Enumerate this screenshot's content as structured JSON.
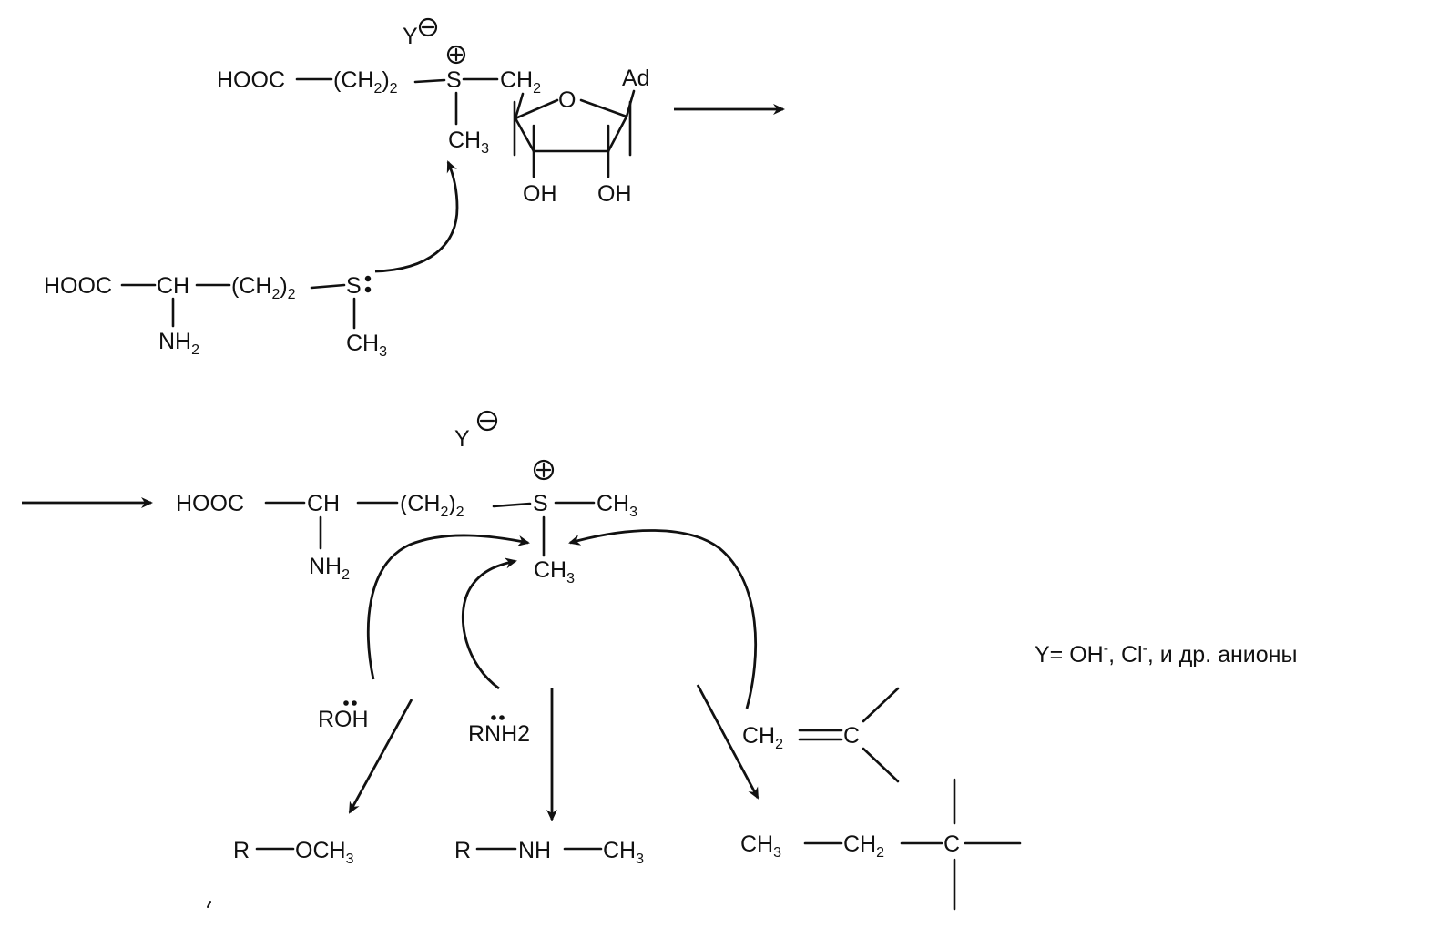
{
  "anion_y": "Y",
  "charge_minus": "−",
  "charge_plus": "+",
  "sam": {
    "hooc": "HOOC",
    "ch2n": "(CH",
    "ch2n_sub": "2",
    "ch2n_close": ")",
    "ch2n_n": "2",
    "s": "S",
    "ch2": "CH",
    "ch2_sub": "2",
    "ch3": "CH",
    "ch3_sub": "3",
    "ring_o": "O",
    "ad": "Ad",
    "oh": "OH"
  },
  "methionine": {
    "hooc": "HOOC",
    "ch": "CH",
    "ch2n": "(CH",
    "ch2n_sub": "2",
    "ch2n_close": ")",
    "ch2n_n": "2",
    "s": "S",
    "nh2": "NH",
    "nh2_sub": "2",
    "ch3": "CH",
    "ch3_sub": "3"
  },
  "product": {
    "hooc": "HOOC",
    "ch": "CH",
    "ch2n": "(CH",
    "ch2n_sub": "2",
    "ch2n_close": ")",
    "ch2n_n": "2",
    "s": "S",
    "ch3": "CH",
    "ch3_sub": "3",
    "nh2": "NH",
    "nh2_sub": "2"
  },
  "nucleophiles": {
    "roh": "ROH",
    "rnh2": "RNH",
    "rnh2_sub": "2",
    "alkene_ch2": "CH",
    "alkene_sub": "2",
    "alkene_c": "C"
  },
  "results": {
    "ether_r": "R",
    "ether_och3": "OCH",
    "ether_sub": "3",
    "amine_r": "R",
    "amine_nh": "NH",
    "amine_ch3": "CH",
    "amine_sub": "3",
    "alkyl_ch3": "CH",
    "alkyl_ch3_sub": "3",
    "alkyl_ch2": "CH",
    "alkyl_ch2_sub": "2",
    "alkyl_c": "C"
  },
  "legend": {
    "prefix": "Y= OH",
    "sup1": "-",
    "mid": ", Cl",
    "sup2": "-",
    "suffix": ", и др. анионы"
  }
}
